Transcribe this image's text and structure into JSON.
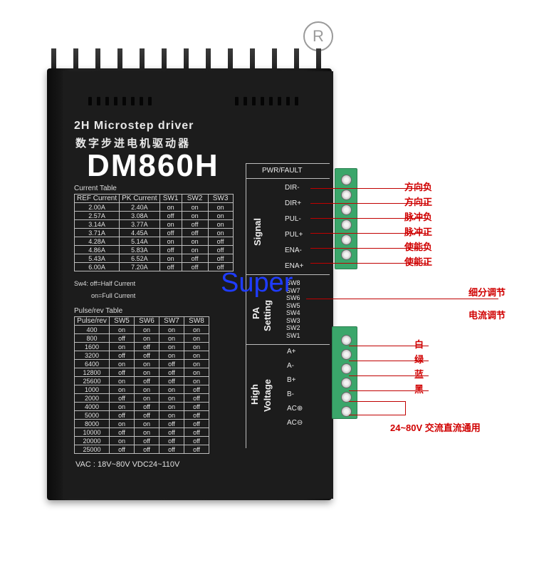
{
  "logo_mark": "R",
  "panel": {
    "title_en": "2H Microstep driver",
    "title_cn": "数字步进电机驱动器",
    "model": "DM860H",
    "current_table_title": "Current Table",
    "current_header": [
      "REF Current",
      "PK Current",
      "SW1",
      "SW2",
      "SW3"
    ],
    "current_rows": [
      [
        "2.00A",
        "2.40A",
        "on",
        "on",
        "on"
      ],
      [
        "2.57A",
        "3.08A",
        "off",
        "on",
        "on"
      ],
      [
        "3.14A",
        "3.77A",
        "on",
        "off",
        "on"
      ],
      [
        "3.71A",
        "4.45A",
        "off",
        "off",
        "on"
      ],
      [
        "4.28A",
        "5.14A",
        "on",
        "on",
        "off"
      ],
      [
        "4.86A",
        "5.83A",
        "off",
        "on",
        "off"
      ],
      [
        "5.43A",
        "6.52A",
        "on",
        "off",
        "off"
      ],
      [
        "6.00A",
        "7.20A",
        "off",
        "off",
        "off"
      ]
    ],
    "sw4_line1": "Sw4: off=Half Current",
    "sw4_line2": "on=Full Current",
    "pulse_table_title": "Pulse/rev Table",
    "pulse_header": [
      "Pulse/rev",
      "SW5",
      "SW6",
      "SW7",
      "SW8"
    ],
    "pulse_rows": [
      [
        "400",
        "on",
        "on",
        "on",
        "on"
      ],
      [
        "800",
        "off",
        "on",
        "on",
        "on"
      ],
      [
        "1600",
        "on",
        "off",
        "on",
        "on"
      ],
      [
        "3200",
        "off",
        "off",
        "on",
        "on"
      ],
      [
        "6400",
        "on",
        "on",
        "off",
        "on"
      ],
      [
        "12800",
        "off",
        "on",
        "off",
        "on"
      ],
      [
        "25600",
        "on",
        "off",
        "off",
        "on"
      ],
      [
        "1000",
        "on",
        "on",
        "on",
        "off"
      ],
      [
        "2000",
        "off",
        "on",
        "on",
        "off"
      ],
      [
        "4000",
        "on",
        "off",
        "on",
        "off"
      ],
      [
        "5000",
        "off",
        "off",
        "on",
        "off"
      ],
      [
        "8000",
        "on",
        "on",
        "off",
        "off"
      ],
      [
        "10000",
        "off",
        "on",
        "off",
        "off"
      ],
      [
        "20000",
        "on",
        "off",
        "off",
        "off"
      ],
      [
        "25000",
        "off",
        "off",
        "off",
        "off"
      ]
    ],
    "vac_label": "VAC : 18V~80V   VDC24~110V",
    "pwr_fault": "PWR/FAULT",
    "signal_label": "Signal",
    "signal_pins": [
      "DIR-",
      "DIR+",
      "PUL-",
      "PUL+",
      "ENA-",
      "ENA+"
    ],
    "pa_label": "PA",
    "setting_label": "Setting",
    "switch_pins": [
      "SW8",
      "SW7",
      "SW6",
      "SW5",
      "SW4",
      "SW3",
      "SW2",
      "SW1"
    ],
    "high_label": "High",
    "voltage_label": "Voltage",
    "hv_pins": [
      "A+",
      "A-",
      "B+",
      "B-",
      "AC⊕",
      "AC⊖"
    ]
  },
  "watermark": "Super",
  "callouts": {
    "signal": [
      "方向负",
      "方向正",
      "脉冲负",
      "脉冲正",
      "使能负",
      "使能正"
    ],
    "microstep": "细分调节",
    "current": "电流调节",
    "wires": [
      "白",
      "绿",
      "蓝",
      "黑"
    ],
    "power": "24~80V  交流直流通用"
  },
  "colors": {
    "callout": "#d00000",
    "terminal": "#3aa66a",
    "watermark": "#1f3cff"
  }
}
